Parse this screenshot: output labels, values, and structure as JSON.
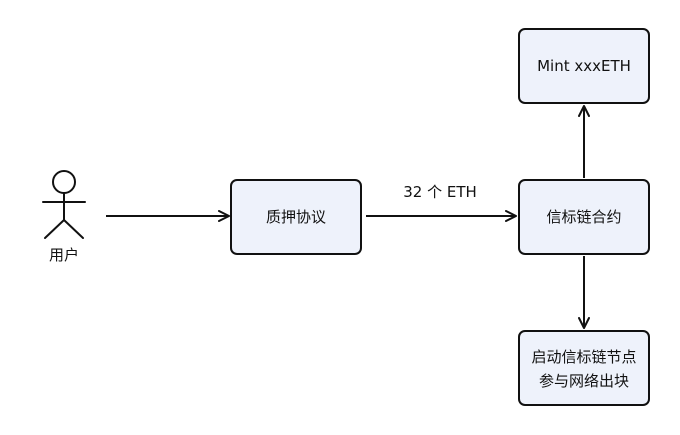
{
  "actor": {
    "label": "用户"
  },
  "nodes": {
    "staking_protocol": {
      "label": "质押协议"
    },
    "beacon_contract": {
      "label": "信标链合约"
    },
    "mint": {
      "label": "Mint xxxETH"
    },
    "beacon_node": {
      "line1": "启动信标链节点",
      "line2": "参与网络出块"
    }
  },
  "edges": {
    "protocol_to_contract": {
      "label": "32 个 ETH"
    }
  },
  "colors": {
    "node_fill": "#eef2fb",
    "stroke": "#111111"
  }
}
